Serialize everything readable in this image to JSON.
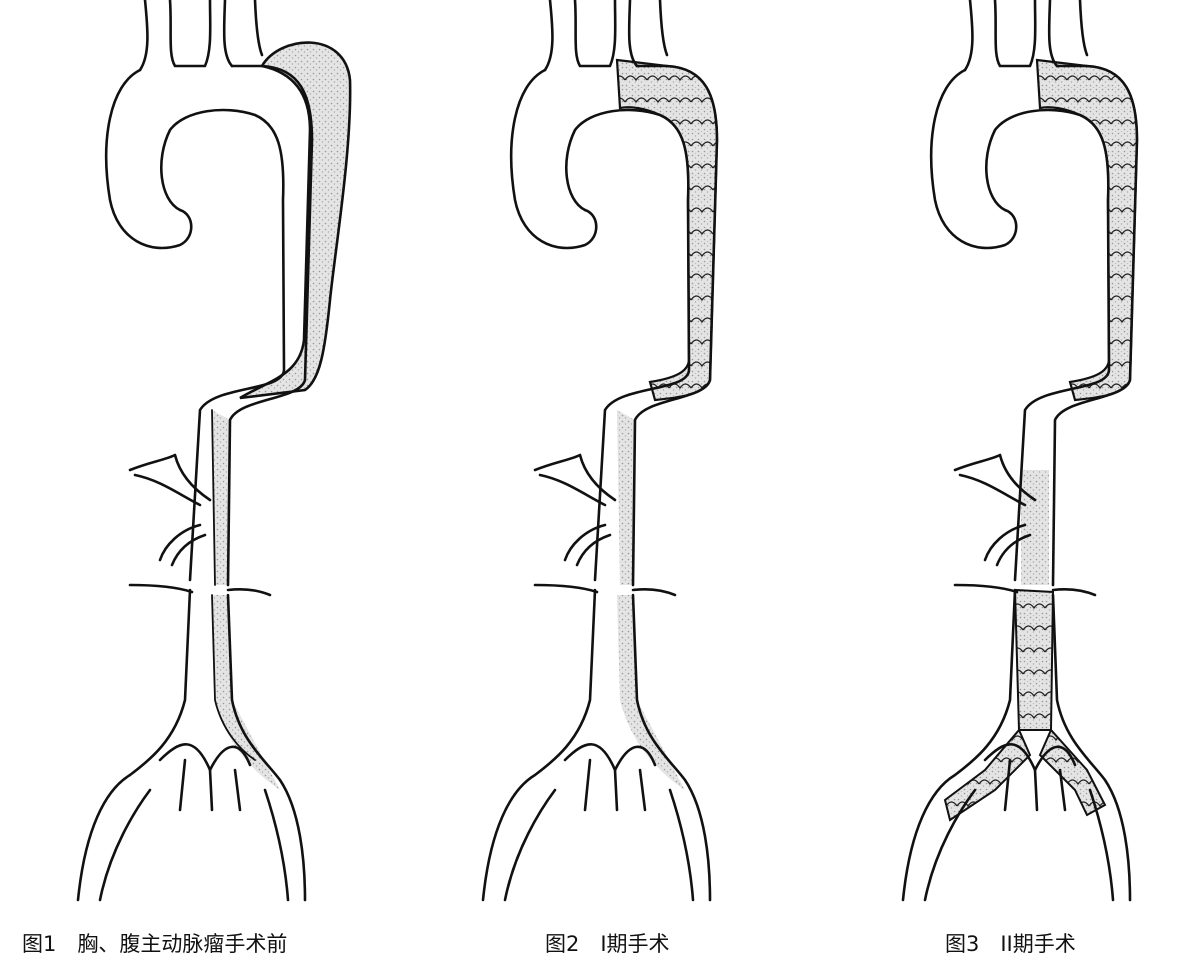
{
  "figures": [
    {
      "caption": "图1　胸、腹主动脉瘤手术前",
      "stage": "preoperative"
    },
    {
      "caption": "图2　I期手术",
      "stage": "stage-1"
    },
    {
      "caption": "图3　II期手术",
      "stage": "stage-2"
    }
  ],
  "colors": {
    "line": "#111111",
    "aneurysm_fill": "#d9d9d9",
    "stent_fill": "#cfcfcf"
  }
}
